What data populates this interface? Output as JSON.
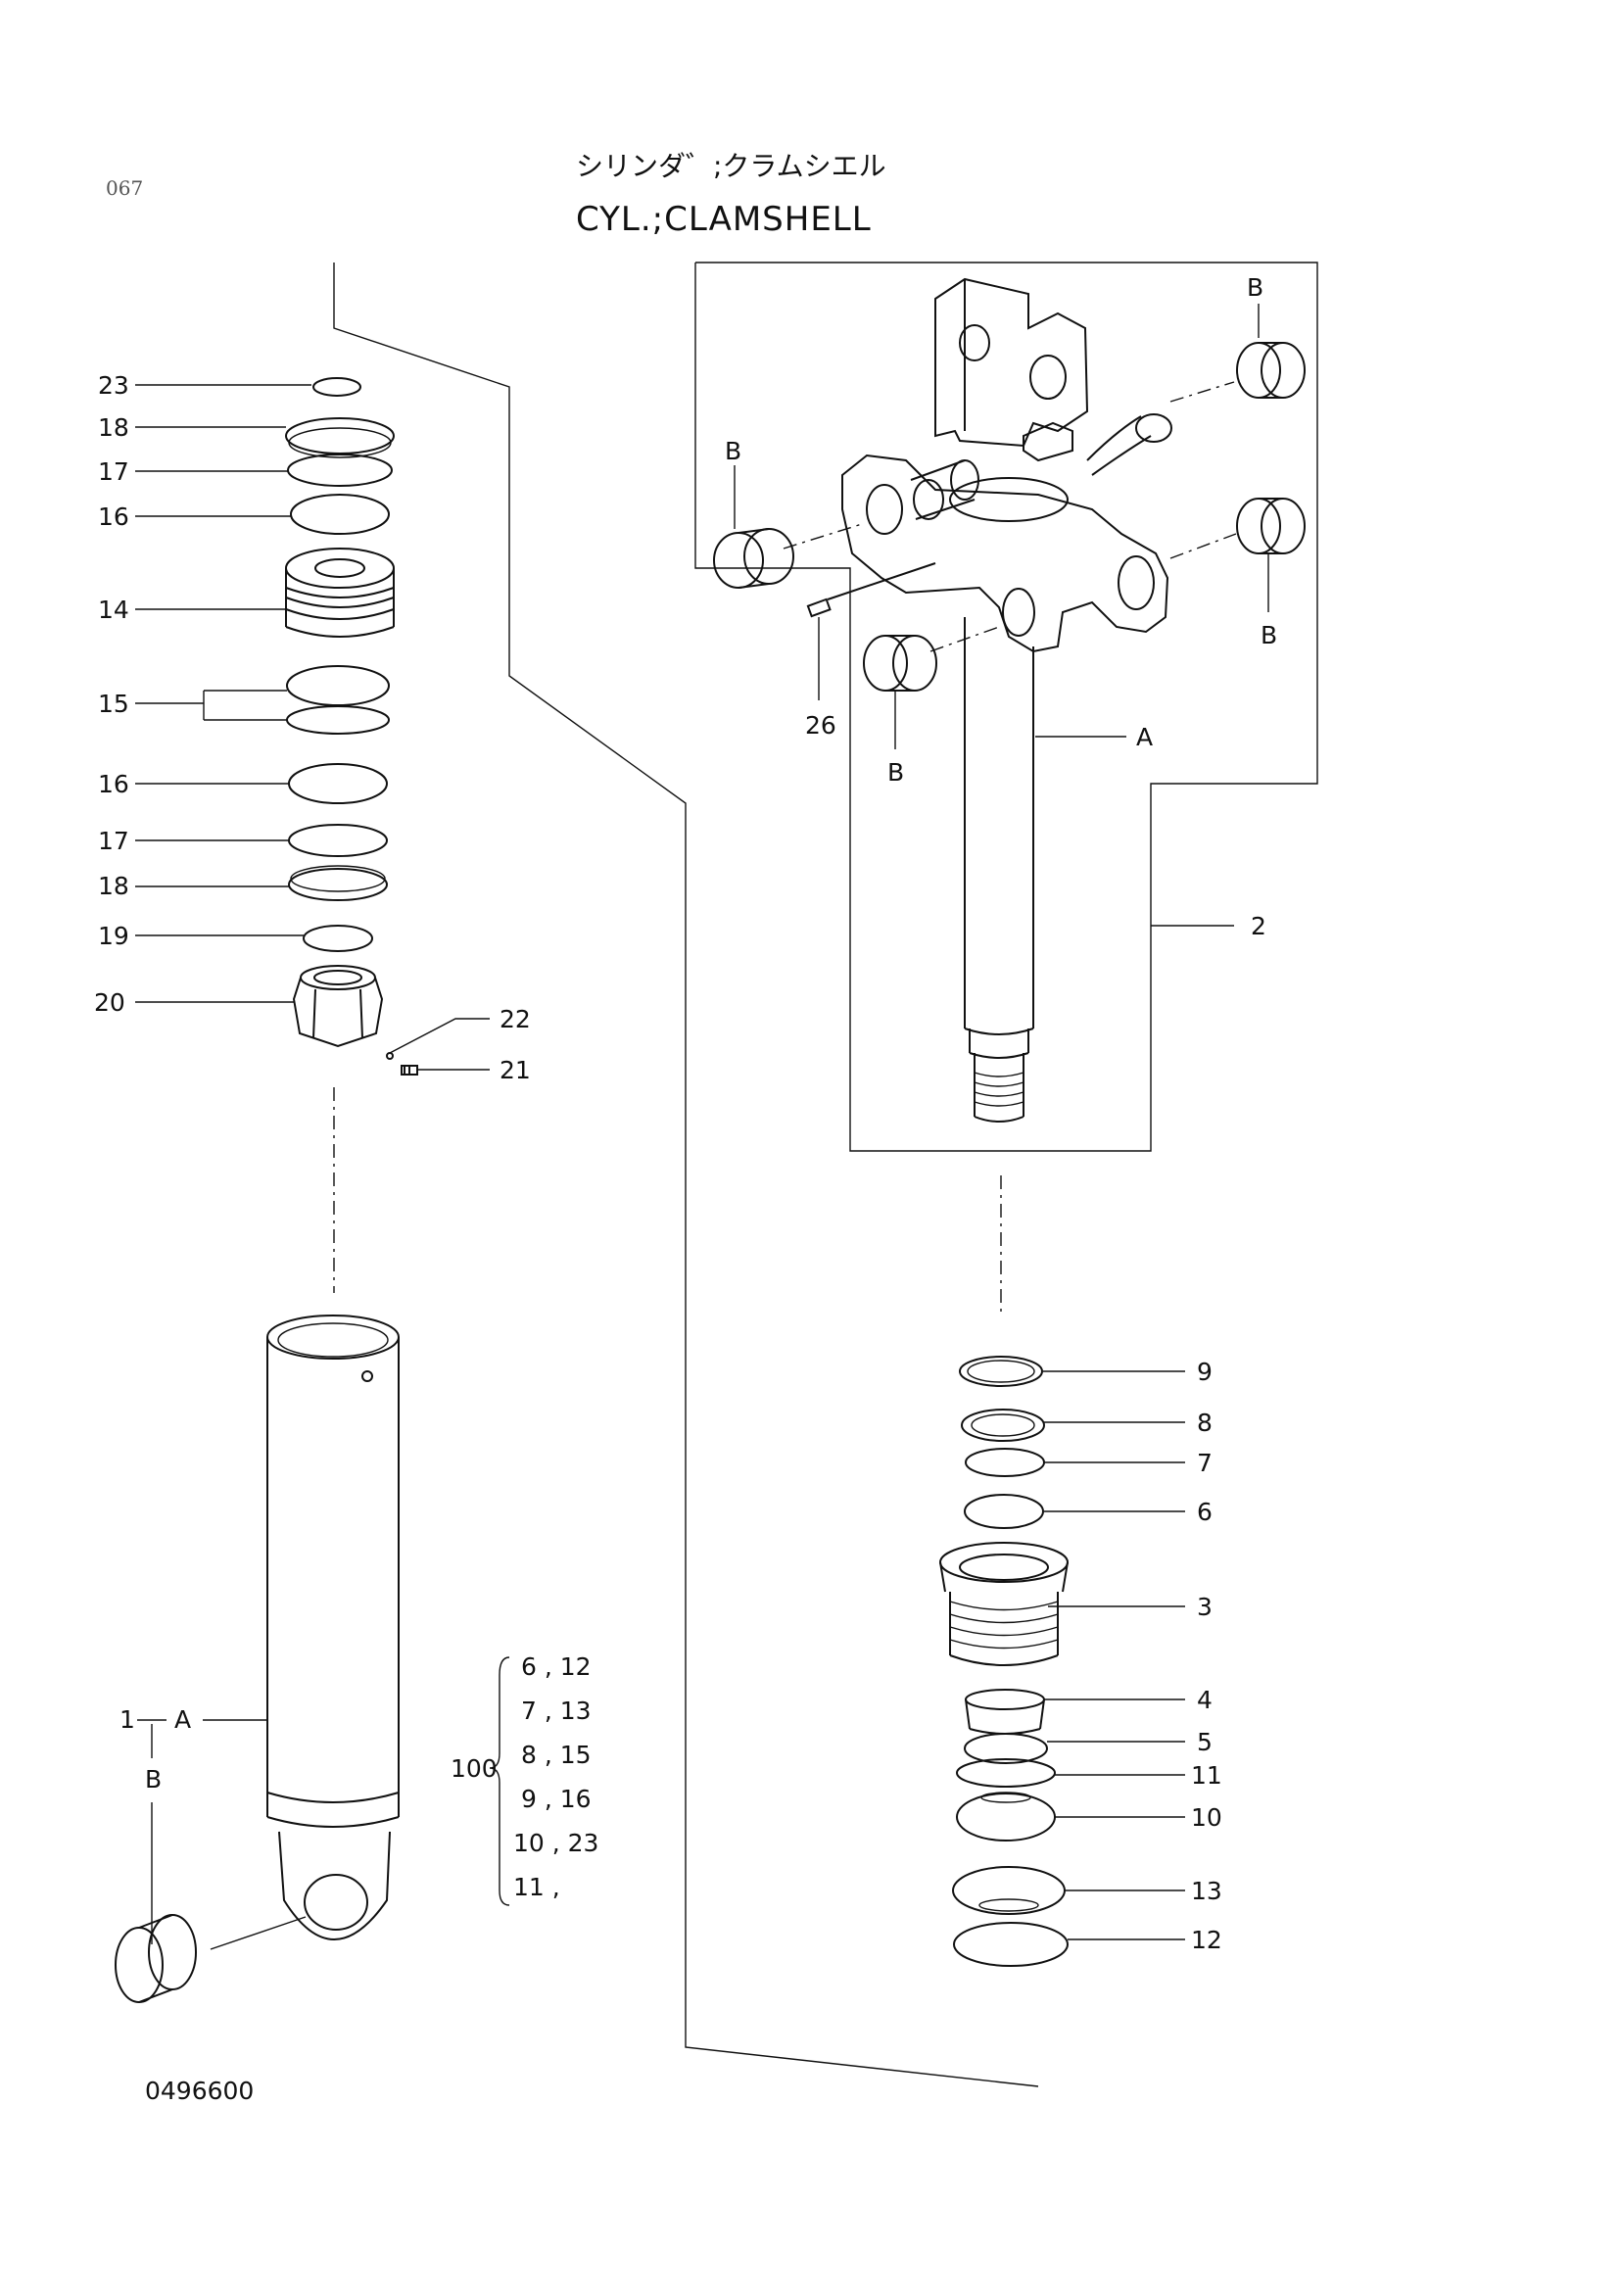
{
  "page_number": "067",
  "title_jp": "シリンダ゛;クラムシエル",
  "title_en": "CYL.;CLAMSHELL",
  "doc_number": "0496600",
  "labels": {
    "l23": "23",
    "l18a": "18",
    "l17a": "17",
    "l16a": "16",
    "l14": "14",
    "l15": "15",
    "l16b": "16",
    "l17b": "17",
    "l18b": "18",
    "l19": "19",
    "l20": "20",
    "l22": "22",
    "l21": "21",
    "l1": "1",
    "lA1": "A",
    "lB1": "B",
    "lB_top": "B",
    "lB_left": "B",
    "lB_right": "B",
    "lB_bottom": "B",
    "l26": "26",
    "lA2": "A",
    "l2": "2",
    "l9": "9",
    "l8": "8",
    "l7": "7",
    "l6": "6",
    "l3": "3",
    "l4": "4",
    "l5": "5",
    "l11": "11",
    "l10": "10",
    "l13": "13",
    "l12": "12"
  },
  "kit": {
    "number": "100",
    "rows": [
      "6 , 12",
      "7 , 13",
      "8 , 15",
      "9 , 16",
      "10 , 23",
      "11 ,"
    ]
  }
}
